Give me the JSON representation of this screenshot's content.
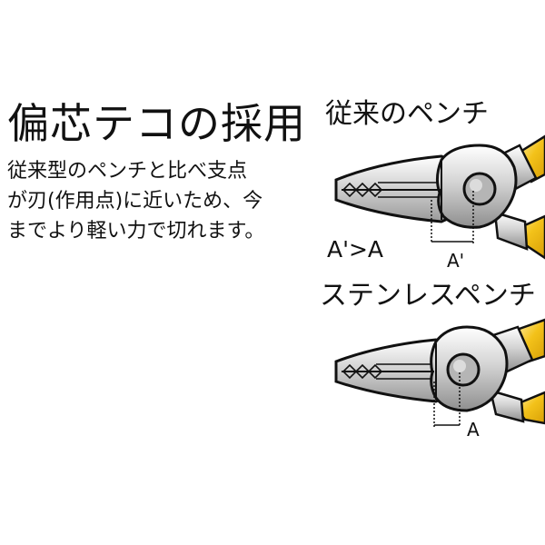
{
  "title": "偏芯テコの採用",
  "description": [
    "従来型のペンチと比べ支点",
    "が刃(作用点)に近いため、今",
    "までより軽い力で切れます。"
  ],
  "conventional": {
    "label": "従来のペンチ",
    "comparison": "A'>A",
    "distance_label": "A'"
  },
  "stainless": {
    "label": "ステンレスペンチ",
    "distance_label": "A"
  },
  "colors": {
    "handle": "#f3c21a",
    "body_light": "#ffffff",
    "body_mid": "#c9c9c9",
    "body_dark": "#8f8f8f",
    "outline": "#111111"
  }
}
